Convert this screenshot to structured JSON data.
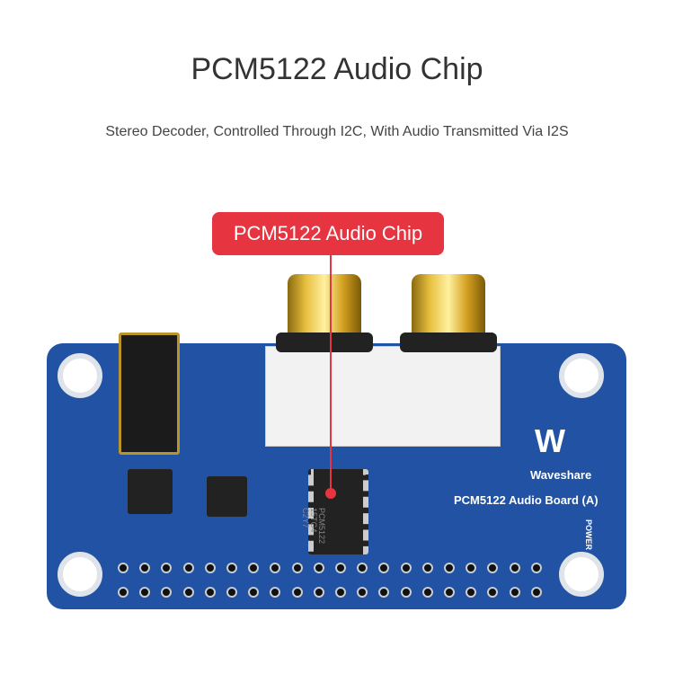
{
  "title": "PCM5122 Audio Chip",
  "subtitle": "Stereo Decoder, Controlled Through I2C, With Audio Transmitted Via I2S",
  "callout": {
    "label": "PCM5122 Audio Chip",
    "color": "#e63440"
  },
  "board": {
    "brand": "Waveshare",
    "name": "PCM5122 Audio Board (A)",
    "power_label": "POWER",
    "chip_marking": [
      "PCM5122",
      "15TG4",
      "C2Y7"
    ],
    "color": "#2152a3"
  }
}
